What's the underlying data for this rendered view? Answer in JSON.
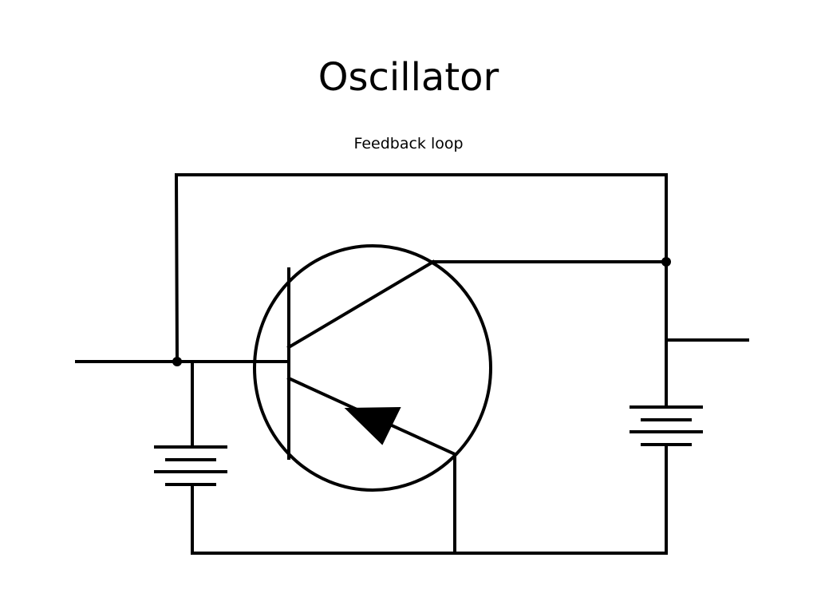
{
  "slide": {
    "title": "Oscillator",
    "annotation": "Feedback loop"
  },
  "colors": {
    "background": "#ffffff",
    "stroke": "#000000"
  },
  "components": {
    "transistor": "npn-transistor",
    "battery_left": "battery",
    "battery_right": "battery",
    "feedback_loop": "feedback-wire"
  }
}
